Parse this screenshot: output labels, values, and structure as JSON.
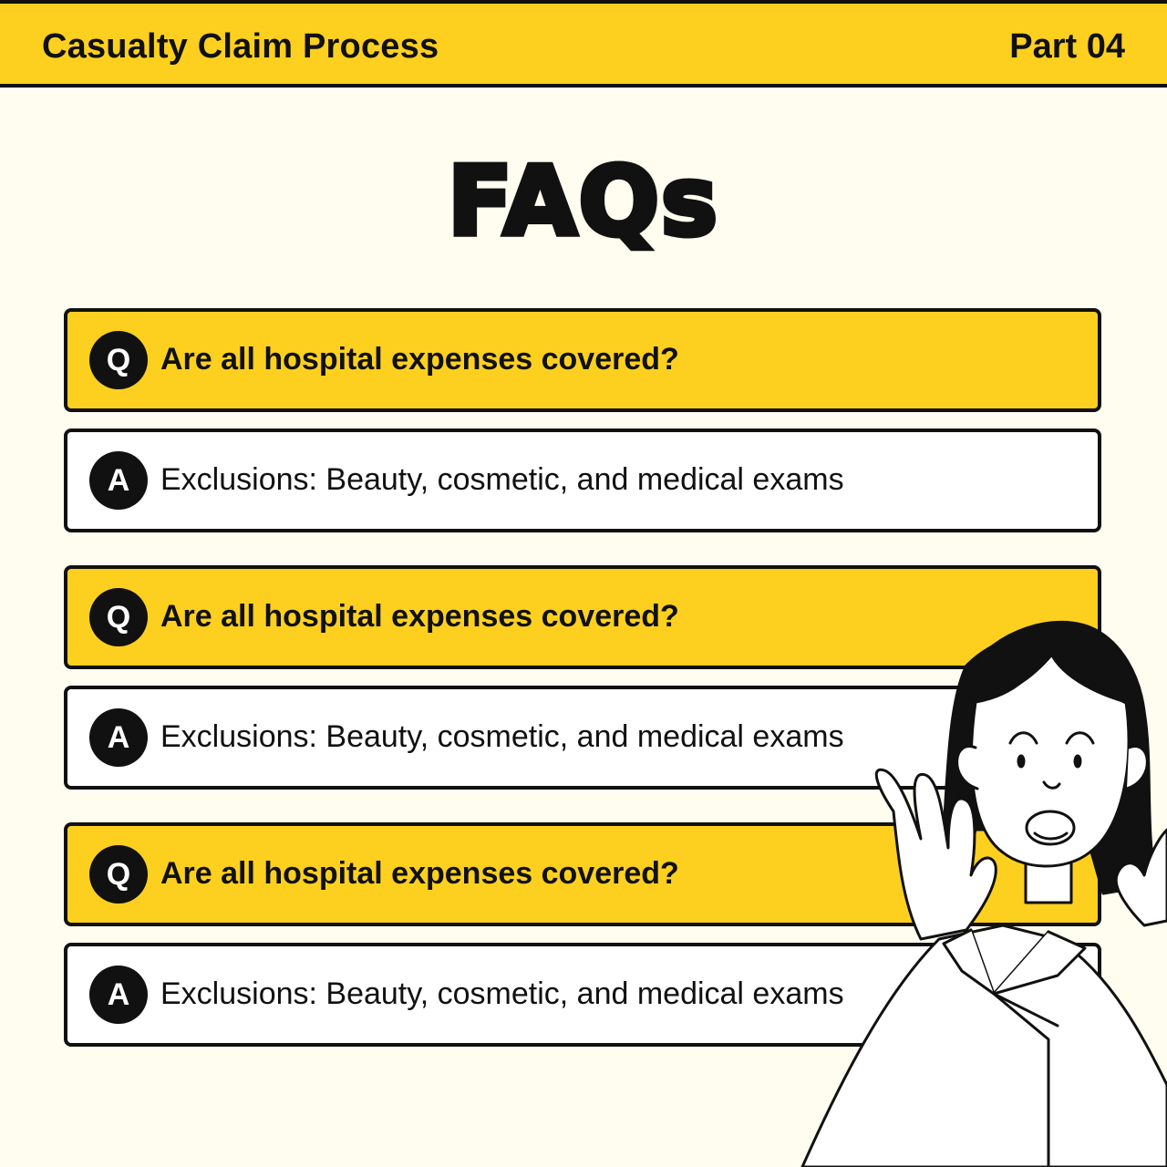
{
  "header": {
    "title": "Casualty Claim Process",
    "part": "Part 04"
  },
  "page_title": "FAQs",
  "faqs": [
    {
      "q_badge": "Q",
      "question": "Are all hospital expenses covered?",
      "a_badge": "A",
      "answer": "Exclusions: Beauty, cosmetic, and medical exams"
    },
    {
      "q_badge": "Q",
      "question": "Are all hospital expenses covered?",
      "a_badge": "A",
      "answer": "Exclusions: Beauty, cosmetic, and medical exams"
    },
    {
      "q_badge": "Q",
      "question": "Are all hospital expenses covered?",
      "a_badge": "A",
      "answer": "Exclusions: Beauty, cosmetic, and medical exams"
    }
  ],
  "illustration": "surprised-woman-illustration",
  "colors": {
    "accent": "#fdd01f",
    "background": "#fffdef",
    "ink": "#111111",
    "answer_bg": "#ffffff"
  }
}
